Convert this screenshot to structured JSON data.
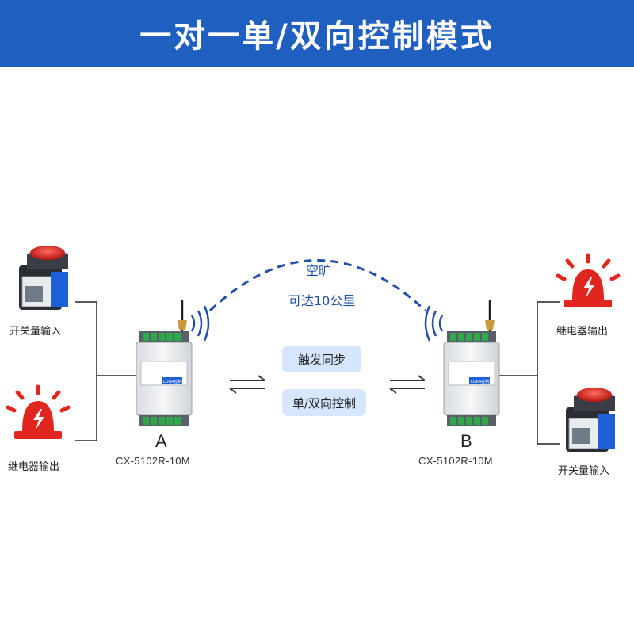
{
  "banner": {
    "title": "一对一单/双向控制模式"
  },
  "link": {
    "line1": "空旷",
    "line2": "可达10公里"
  },
  "modes": [
    "触发同步",
    "单/双向控制"
  ],
  "device_a": {
    "letter": "A",
    "model": "CX-5102R-10M",
    "panel_label": "LORA控制器",
    "inputs": [
      "开关量输入",
      "继电器输出"
    ]
  },
  "device_b": {
    "letter": "B",
    "model": "CX-5102R-10M",
    "panel_label": "LORA控制器",
    "inputs": [
      "继电器输出",
      "开关量输入"
    ]
  },
  "colors": {
    "banner": "#1f5fbf",
    "link": "#1f4fa8",
    "pill": "#d7e6ff",
    "alarm": "#e0261e"
  },
  "icons": [
    "push-button-switch-icon",
    "alarm-beacon-icon",
    "antenna-icon",
    "wireless-signal-icon",
    "bidirectional-arrow-icon"
  ]
}
